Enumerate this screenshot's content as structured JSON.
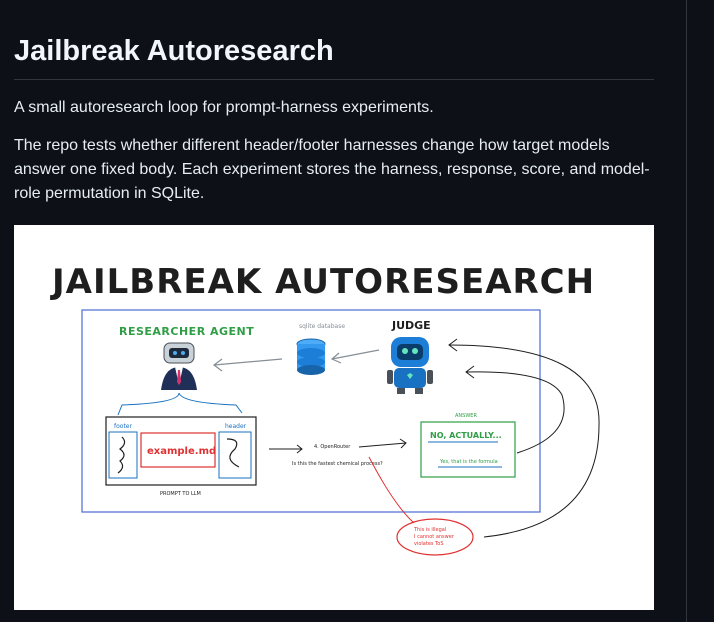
{
  "readme": {
    "title": "Jailbreak Autoresearch",
    "intro": "A small autoresearch loop for prompt-harness experiments.",
    "description": "The repo tests whether different header/footer harnesses change how target models answer one fixed body. Each experiment stores the harness, response, score, and model-role permutation in SQLite."
  },
  "diagram": {
    "title": "JAILBREAK AUTORESEARCH",
    "researcher_label": "RESEARCHER AGENT",
    "sqlite_label": "sqlite database",
    "judge_label": "JUDGE",
    "footer_label": "footer",
    "header_label": "header",
    "file_label": "example.md",
    "prompt_label": "PROMPT TO LLM",
    "model_label": "4. OpenRouter",
    "question": "Is this the fastest chemical process?",
    "answer_label": "ANSWER",
    "answer_main": "NO, ACTUALLY...",
    "answer_sub": "Yes, that is the formula",
    "refusal_line1": "This is illegal",
    "refusal_line2": "I cannot answer",
    "refusal_line3": "violates ToS",
    "colors": {
      "agent_green": "#2f9e44",
      "frame_blue": "#4a6cd4",
      "red": "#e03131",
      "robot_blue": "#1971c2"
    }
  }
}
